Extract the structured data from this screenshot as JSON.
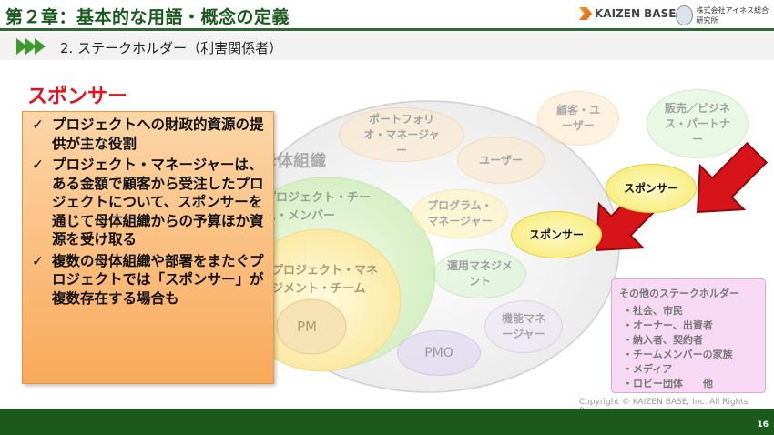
{
  "header": {
    "chapter_title": "第２章：基本的な用語・概念の定義",
    "logo_text": "KAIZEN BASE",
    "company_name": "株式会社アイネス総合研究所"
  },
  "section": {
    "title": "2. ステークホルダー（利害関係者）"
  },
  "sponsor": {
    "heading": "スポンサー",
    "check_glyph": "✓",
    "bullets": [
      "プロジェクトへの財政的資源の提供が主な役割",
      "プロジェクト・マネージャーは、ある金額で顧客から受注したプロジェクトについて、スポンサーを通じて母体組織からの予算ほか資源を受け取る",
      "複数の母体組織や部署をまたぐプロジェクトでは「スポンサー」が複数存在する場合も"
    ]
  },
  "diagram": {
    "parent_org": "母体組織",
    "project_members": "プロジェクト・チーム・メンバー",
    "pm_team": "プロジェクト・マネジメント・チーム",
    "pm": "PM",
    "portfolio_manager": "ポートフォリオ・マネージャー",
    "user": "ユーザー",
    "program_manager": "プログラム・マネージャー",
    "sponsor_inner": "スポンサー",
    "operations": "運用マネジメント",
    "functional_manager": "機能マネージャー",
    "pmo": "PMO",
    "customer": "顧客・ユーザー",
    "sales_partner": "販売／ビジネス・パートナー",
    "sponsor_outer": "スポンサー"
  },
  "others": {
    "title": "その他のステークホルダー",
    "items": [
      "社会、市民",
      "オーナー、出資者",
      "納入者、契約者",
      "チームメンバーの家族",
      "メディア",
      "ロビー団体　　他"
    ]
  },
  "footer": {
    "copyright": "Copyright ©  KAIZEN BASE, Inc. All Rights Reserved.",
    "page": "16"
  },
  "colors": {
    "brand_green": "#2e6b2e",
    "sponsor_red": "#e0141e",
    "arrow_red": "#d7141a",
    "bubble_yellow": "#f7ef8a"
  }
}
